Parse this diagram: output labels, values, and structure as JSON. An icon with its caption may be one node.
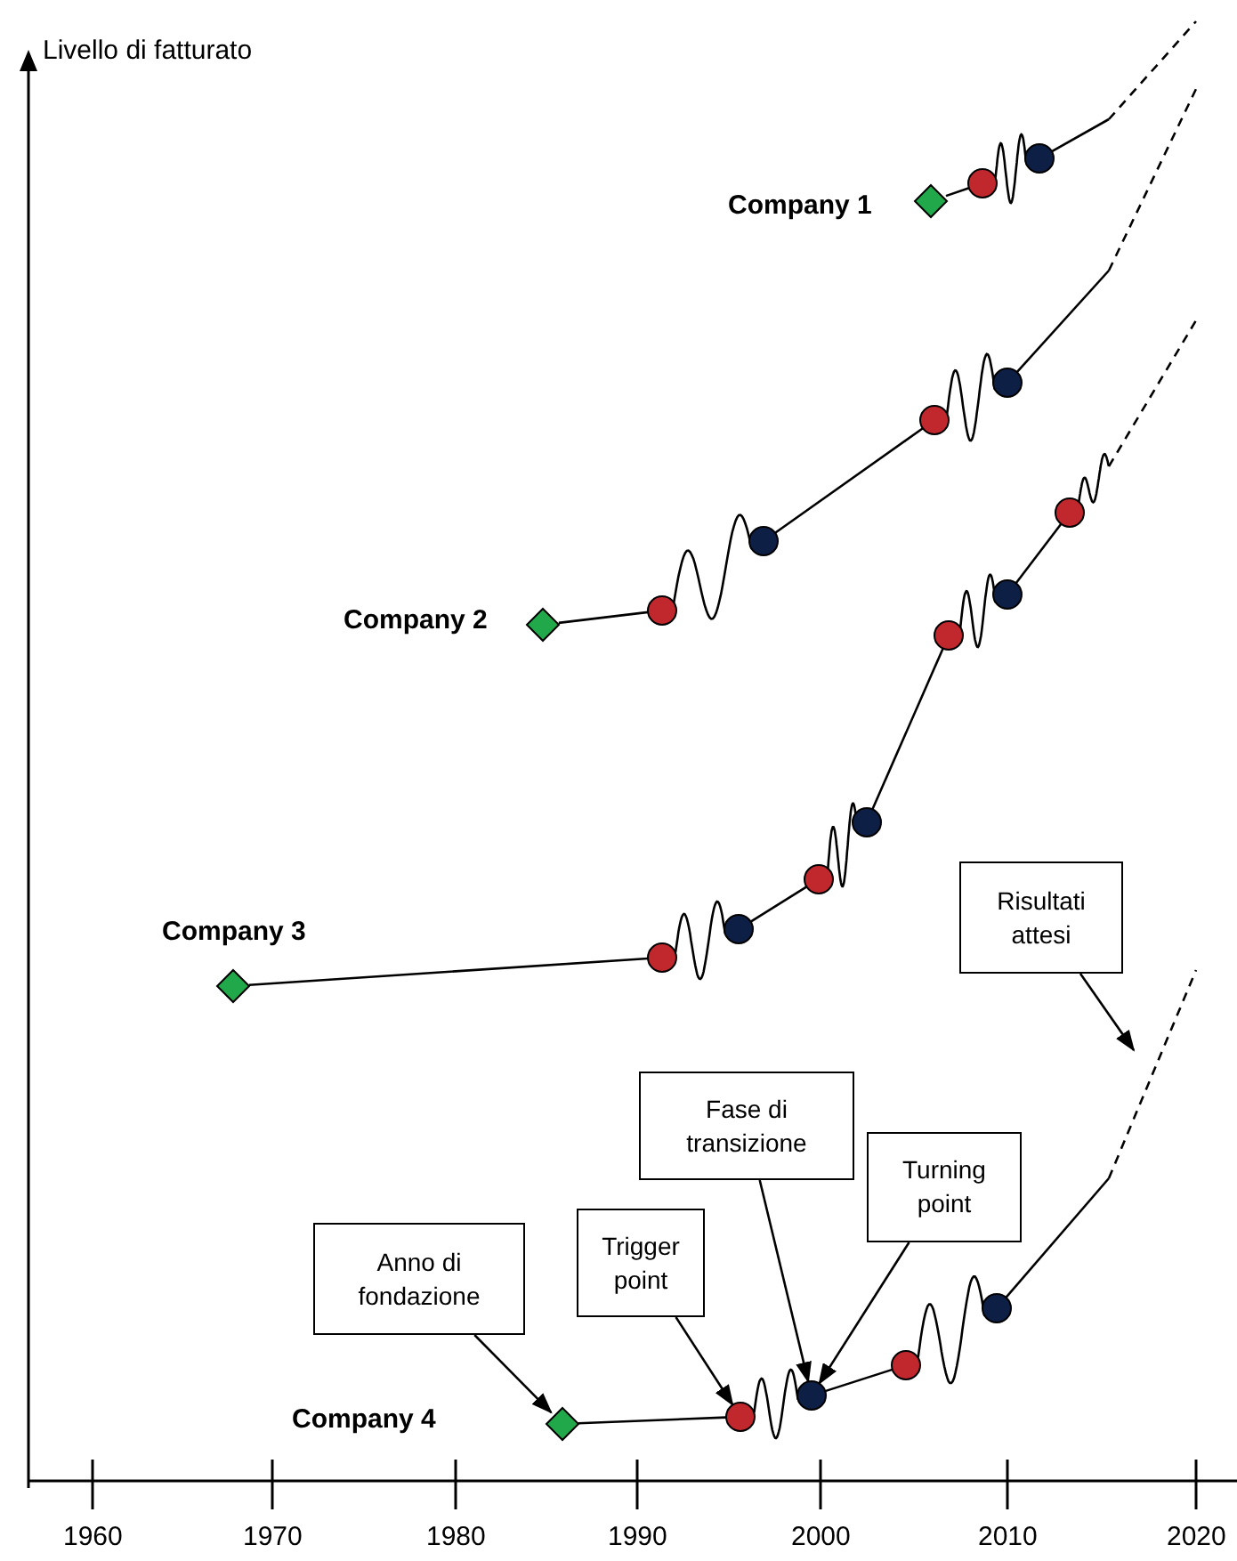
{
  "diagram": {
    "nodes": [
      {
        "text": [
          "Anno di fondazione"
        ]
      },
      {
        "text": [
          "Trigger point"
        ]
      },
      {
        "text": [
          "Fase di transizione"
        ]
      },
      {
        "text": [
          "Turning point"
        ]
      },
      {
        "text": [
          "Risultati attesi"
        ]
      },
      {
        "text": [],
        "shape": "diamond"
      },
      {
        "text": [],
        "shape": "circle"
      },
      {
        "text": [],
        "shape": "circle"
      },
      {
        "text": [],
        "shape": "diamond"
      },
      {
        "text": [],
        "shape": "circle"
      },
      {
        "text": [],
        "shape": "circle"
      },
      {
        "text": [],
        "shape": "circle"
      },
      {
        "text": [],
        "shape": "circle"
      },
      {
        "text": [],
        "shape": "diamond"
      },
      {
        "text": [],
        "shape": "circle"
      },
      {
        "text": [],
        "shape": "circle"
      },
      {
        "text": [],
        "shape": "circle"
      },
      {
        "text": [],
        "shape": "circle"
      },
      {
        "text": [],
        "shape": "circle"
      },
      {
        "text": [],
        "shape": "circle"
      },
      {
        "text": [],
        "shape": "circle"
      },
      {
        "text": [],
        "shape": "diamond"
      },
      {
        "text": [],
        "shape": "circle"
      },
      {
        "text": [],
        "shape": "circle"
      },
      {
        "text": [],
        "shape": "circle"
      },
      {
        "text": [],
        "shape": "circle"
      }
    ],
    "edges": [
      {
        "from": 5,
        "to": 6,
        "arrow": "none"
      },
      {
        "from": 6,
        "to": 7,
        "arrow": "none"
      },
      {
        "from": 7,
        "to": null,
        "arrow": "none"
      },
      {
        "from": 8,
        "to": 9,
        "arrow": "none"
      },
      {
        "from": 9,
        "to": 10,
        "arrow": "none"
      },
      {
        "from": 10,
        "to": 11,
        "arrow": "none"
      },
      {
        "from": 11,
        "to": 12,
        "arrow": "none"
      },
      {
        "from": 12,
        "to": null,
        "arrow": "none"
      },
      {
        "from": 13,
        "to": 14,
        "arrow": "none"
      },
      {
        "from": 14,
        "to": 15,
        "arrow": "none"
      },
      {
        "from": 15,
        "to": 16,
        "arrow": "none"
      },
      {
        "from": 16,
        "to": 17,
        "arrow": "none"
      },
      {
        "from": 17,
        "to": 18,
        "arrow": "none"
      },
      {
        "from": 18,
        "to": 19,
        "arrow": "none"
      },
      {
        "from": 19,
        "to": 20,
        "arrow": "none"
      },
      {
        "from": 20,
        "to": null,
        "arrow": "none"
      },
      {
        "from": 21,
        "to": 22,
        "arrow": "none"
      },
      {
        "from": 22,
        "to": 23,
        "arrow": "none"
      },
      {
        "from": 23,
        "to": 24,
        "arrow": "none"
      },
      {
        "from": 24,
        "to": 25,
        "arrow": "none"
      },
      {
        "from": 25,
        "to": null,
        "arrow": "none"
      },
      {
        "from": 0,
        "to": 21,
        "arrow": "to"
      },
      {
        "from": 1,
        "to": 22,
        "arrow": "to"
      },
      {
        "from": 2,
        "to": 23,
        "arrow": "to"
      },
      {
        "from": 3,
        "to": 23,
        "arrow": "to"
      },
      {
        "from": 4,
        "to": null,
        "arrow": "to"
      }
    ],
    "labels": [
      "Livello di fatturato",
      "Company 1",
      "Company 2",
      "Company 3",
      "Company 4",
      "1960",
      "1970",
      "1980",
      "1990",
      "2000",
      "2010",
      "2020"
    ]
  }
}
